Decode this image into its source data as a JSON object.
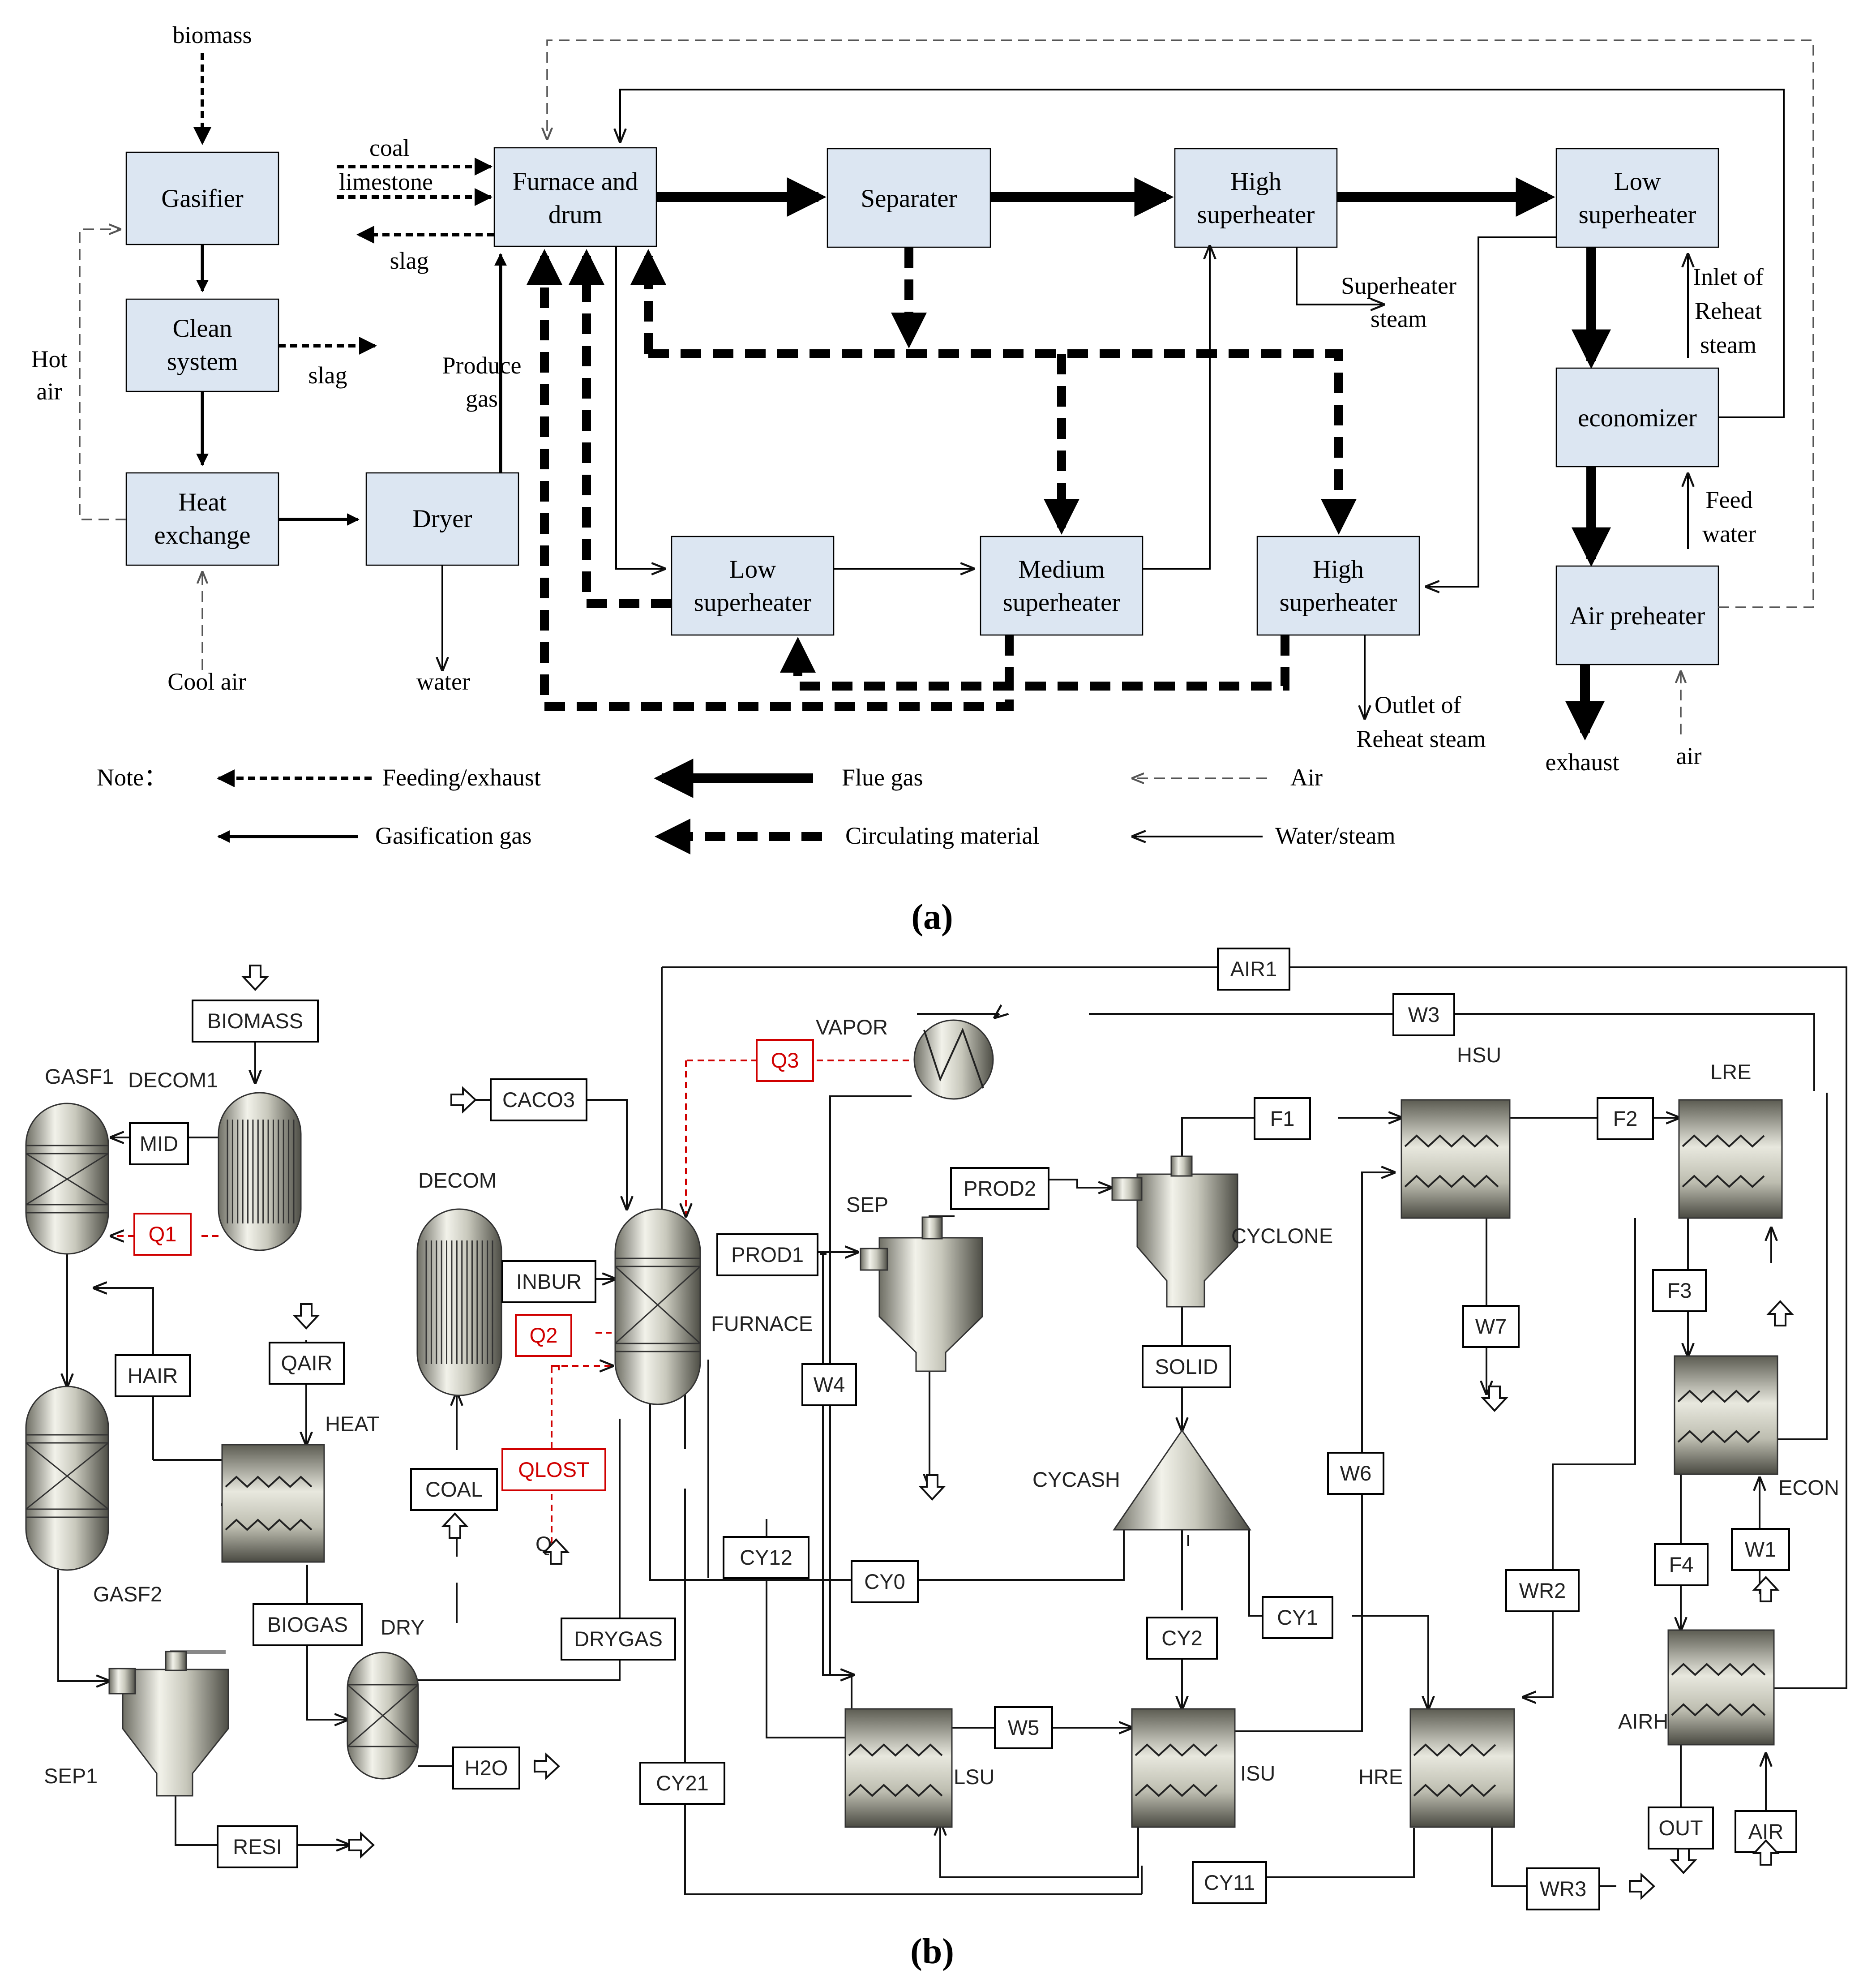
{
  "panel_a": {
    "label": "(a)",
    "boxes": {
      "gasifier": "Gasifier",
      "clean_1": "Clean",
      "clean_2": "system",
      "heat_1": "Heat",
      "heat_2": "exchange",
      "dryer": "Dryer",
      "furnace_1": "Furnace and",
      "furnace_2": "drum",
      "separater": "Separater",
      "hsh_top_1": "High",
      "hsh_top_2": "superheater",
      "lsh_top_1": "Low",
      "lsh_top_2": "superheater",
      "economizer": "economizer",
      "air_preheater": "Air preheater",
      "lsh_bot_1": "Low",
      "lsh_bot_2": "superheater",
      "msh_1": "Medium",
      "msh_2": "superheater",
      "hsh_bot_1": "High",
      "hsh_bot_2": "superheater"
    },
    "labels": {
      "biomass": "biomass",
      "coal": "coal",
      "limestone": "limestone",
      "slag_furnace": "slag",
      "slag_clean": "slag",
      "hot_1": "Hot",
      "hot_2": "air",
      "produce_1": "Produce",
      "produce_2": "gas",
      "cool_air": "Cool air",
      "water": "water",
      "sh_steam_1": "Superheater",
      "sh_steam_2": "steam",
      "inlet_1": "Inlet of",
      "inlet_2": "Reheat",
      "inlet_3": "steam",
      "feed_1": "Feed",
      "feed_2": "water",
      "outlet_1": "Outlet of",
      "outlet_2": "Reheat steam",
      "exhaust": "exhaust",
      "air": "air"
    },
    "legend": {
      "note": "Note：",
      "feeding": "Feeding/exhaust",
      "flue": "Flue gas",
      "air": "Air",
      "gasification": "Gasification gas",
      "circulating": "Circulating material",
      "water_steam": "Water/steam"
    }
  },
  "panel_b": {
    "label": "(b)",
    "streams": {
      "biomass": "BIOMASS",
      "mid": "MID",
      "q1": "Q1",
      "hair": "HAIR",
      "qair": "QAIR",
      "biogas": "BIOGAS",
      "resi": "RESI",
      "h2o": "H2O",
      "drygas": "DRYGAS",
      "caco3": "CACO3",
      "inbur": "INBUR",
      "q2": "Q2",
      "qlost": "QLOST",
      "coal": "COAL",
      "q3": "Q3",
      "prod1": "PROD1",
      "prod2": "PROD2",
      "w4": "W4",
      "f1": "F1",
      "f2": "F2",
      "w3": "W3",
      "air1": "AIR1",
      "w7": "W7",
      "solid": "SOLID",
      "w6": "W6",
      "f3": "F3",
      "cy12": "CY12",
      "cy0": "CY0",
      "cy2": "CY2",
      "cy1": "CY1",
      "wr2": "WR2",
      "f4": "F4",
      "w1": "W1",
      "w5": "W5",
      "cy21": "CY21",
      "cy11": "CY11",
      "wr3": "WR3",
      "out": "OUT",
      "air": "AIR"
    },
    "blocks": {
      "gasf1": "GASF1",
      "decom1": "DECOM1",
      "heat": "HEAT",
      "gasf2": "GASF2",
      "sep1": "SEP1",
      "dry": "DRY",
      "decom": "DECOM",
      "furnace": "FURNACE",
      "vapor": "VAPOR",
      "sep": "SEP",
      "cyclone": "CYCLONE",
      "cycash": "CYCASH",
      "hsu": "HSU",
      "lre": "LRE",
      "econ": "ECON",
      "airh": "AIRH",
      "lsu": "LSU",
      "isu": "ISU",
      "hre": "HRE",
      "q": "Q"
    }
  }
}
